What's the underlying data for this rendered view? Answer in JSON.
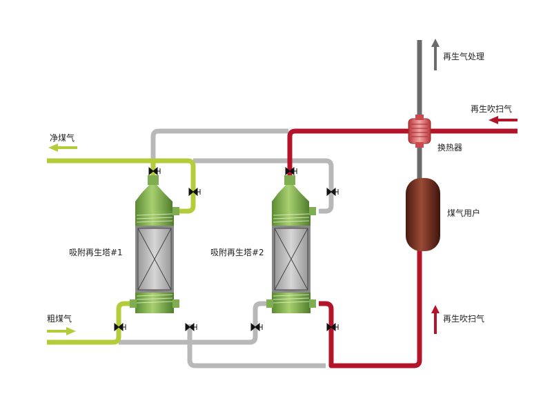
{
  "labels": {
    "regen_gas_treatment": "再生气处理",
    "regen_purge_gas_in": "再生吹扫气",
    "heat_exchanger": "换热器",
    "clean_gas": "净煤气",
    "gas_user": "煤气用户",
    "tower1": "吸附再生塔#1",
    "tower2": "吸附再生塔#2",
    "raw_gas": "粗煤气",
    "regen_purge_gas_up": "再生吹扫气"
  },
  "colors": {
    "clean_gas_line": "#b5cc3a",
    "regen_line": "#b3142a",
    "idle_line": "#b8b8b8",
    "exhaust_line": "#666666",
    "tower_body": "#7fae52",
    "gas_user_tank": "#6b2a1e",
    "heat_exchanger": "#d9696b"
  }
}
